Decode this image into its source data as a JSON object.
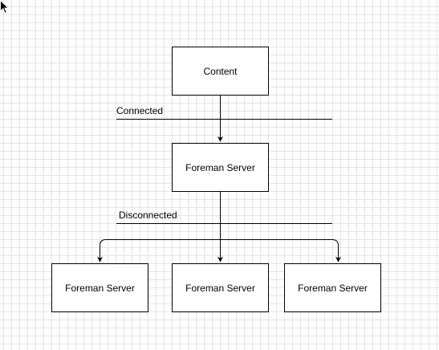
{
  "diagram": {
    "nodes": {
      "content": {
        "label": "Content"
      },
      "foreman_main": {
        "label": "Foreman Server"
      },
      "foreman_left": {
        "label": "Foreman Server"
      },
      "foreman_center": {
        "label": "Foreman Server"
      },
      "foreman_right": {
        "label": "Foreman Server"
      }
    },
    "separators": {
      "connected": {
        "label": "Connected"
      },
      "disconnected": {
        "label": "Disconnected"
      }
    },
    "edges": [
      {
        "from": "content",
        "to": "foreman_main"
      },
      {
        "from": "foreman_main",
        "to": "foreman_left"
      },
      {
        "from": "foreman_main",
        "to": "foreman_center"
      },
      {
        "from": "foreman_main",
        "to": "foreman_right"
      }
    ]
  },
  "colors": {
    "stroke": "#000000",
    "grid": "#e4e4e4",
    "background": "#ffffff"
  }
}
